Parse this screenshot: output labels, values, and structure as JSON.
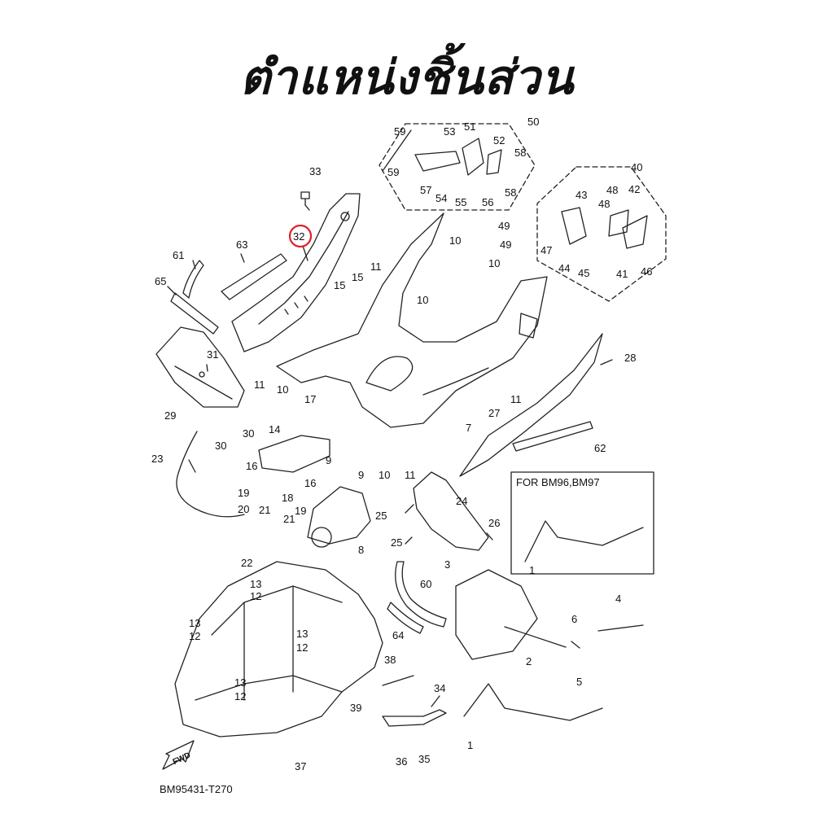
{
  "title": "ตำแหน่งชิ้นส่วน",
  "reference_code": "BM95431-T270",
  "fwd_label": "FWD",
  "inset_label": "FOR BM96,BM97",
  "highlight_color": "#e0202a",
  "highlighted_part": "32",
  "callouts": [
    {
      "id": "c59a",
      "label": "59"
    },
    {
      "id": "c53",
      "label": "53"
    },
    {
      "id": "c51",
      "label": "51"
    },
    {
      "id": "c50",
      "label": "50"
    },
    {
      "id": "c52",
      "label": "52"
    },
    {
      "id": "c58a",
      "label": "58"
    },
    {
      "id": "c59b",
      "label": "59"
    },
    {
      "id": "c57",
      "label": "57"
    },
    {
      "id": "c54",
      "label": "54"
    },
    {
      "id": "c55",
      "label": "55"
    },
    {
      "id": "c56",
      "label": "56"
    },
    {
      "id": "c58b",
      "label": "58"
    },
    {
      "id": "c33",
      "label": "33"
    },
    {
      "id": "c32",
      "label": "32"
    },
    {
      "id": "c40",
      "label": "40"
    },
    {
      "id": "c43",
      "label": "43"
    },
    {
      "id": "c48a",
      "label": "48"
    },
    {
      "id": "c42",
      "label": "42"
    },
    {
      "id": "c48b",
      "label": "48"
    },
    {
      "id": "c49a",
      "label": "49"
    },
    {
      "id": "c49b",
      "label": "49"
    },
    {
      "id": "c47",
      "label": "47"
    },
    {
      "id": "c44",
      "label": "44"
    },
    {
      "id": "c45",
      "label": "45"
    },
    {
      "id": "c41",
      "label": "41"
    },
    {
      "id": "c46",
      "label": "46"
    },
    {
      "id": "c10a",
      "label": "10"
    },
    {
      "id": "c10b",
      "label": "10"
    },
    {
      "id": "c10c",
      "label": "10"
    },
    {
      "id": "c10d",
      "label": "10"
    },
    {
      "id": "c61",
      "label": "61"
    },
    {
      "id": "c63",
      "label": "63"
    },
    {
      "id": "c65",
      "label": "65"
    },
    {
      "id": "c11a",
      "label": "11"
    },
    {
      "id": "c15a",
      "label": "15"
    },
    {
      "id": "c15b",
      "label": "15"
    },
    {
      "id": "c31",
      "label": "31"
    },
    {
      "id": "c28",
      "label": "28"
    },
    {
      "id": "c11b",
      "label": "11"
    },
    {
      "id": "c11c",
      "label": "11"
    },
    {
      "id": "c29",
      "label": "29"
    },
    {
      "id": "c17",
      "label": "17"
    },
    {
      "id": "c30a",
      "label": "30"
    },
    {
      "id": "c30b",
      "label": "30"
    },
    {
      "id": "c7",
      "label": "7"
    },
    {
      "id": "c27",
      "label": "27"
    },
    {
      "id": "c14",
      "label": "14"
    },
    {
      "id": "c62",
      "label": "62"
    },
    {
      "id": "c23",
      "label": "23"
    },
    {
      "id": "c9a",
      "label": "9"
    },
    {
      "id": "c9b",
      "label": "9"
    },
    {
      "id": "c10e",
      "label": "10"
    },
    {
      "id": "c11d",
      "label": "11"
    },
    {
      "id": "c16a",
      "label": "16"
    },
    {
      "id": "c16b",
      "label": "16"
    },
    {
      "id": "c18",
      "label": "18"
    },
    {
      "id": "c19a",
      "label": "19"
    },
    {
      "id": "c19b",
      "label": "19"
    },
    {
      "id": "c24",
      "label": "24"
    },
    {
      "id": "c25a",
      "label": "25"
    },
    {
      "id": "c20",
      "label": "20"
    },
    {
      "id": "c21a",
      "label": "21"
    },
    {
      "id": "c21b",
      "label": "21"
    },
    {
      "id": "c26",
      "label": "26"
    },
    {
      "id": "c8",
      "label": "8"
    },
    {
      "id": "c25b",
      "label": "25"
    },
    {
      "id": "c22",
      "label": "22"
    },
    {
      "id": "c3",
      "label": "3"
    },
    {
      "id": "c13a",
      "label": "13"
    },
    {
      "id": "c12a",
      "label": "12"
    },
    {
      "id": "c60",
      "label": "60"
    },
    {
      "id": "c1a",
      "label": "1"
    },
    {
      "id": "c4",
      "label": "4"
    },
    {
      "id": "c13b",
      "label": "13"
    },
    {
      "id": "c12b",
      "label": "12"
    },
    {
      "id": "c6",
      "label": "6"
    },
    {
      "id": "c64",
      "label": "64"
    },
    {
      "id": "c13c",
      "label": "13"
    },
    {
      "id": "c12c",
      "label": "12"
    },
    {
      "id": "c2",
      "label": "2"
    },
    {
      "id": "c5",
      "label": "5"
    },
    {
      "id": "c38",
      "label": "38"
    },
    {
      "id": "c13d",
      "label": "13"
    },
    {
      "id": "c12d",
      "label": "12"
    },
    {
      "id": "c34",
      "label": "34"
    },
    {
      "id": "c39",
      "label": "39"
    },
    {
      "id": "c1b",
      "label": "1"
    },
    {
      "id": "c36",
      "label": "36"
    },
    {
      "id": "c35",
      "label": "35"
    },
    {
      "id": "c37",
      "label": "37"
    }
  ]
}
